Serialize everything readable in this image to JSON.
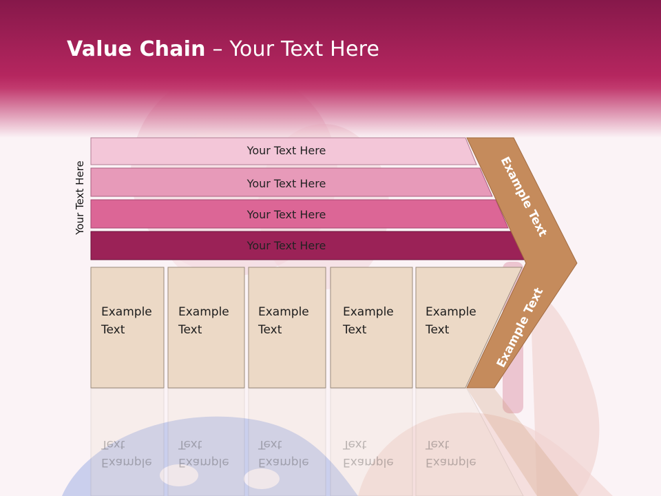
{
  "slide": {
    "title_bold": "Value Chain",
    "title_rest": " – Your Text Here",
    "side_label": "Your Text Here"
  },
  "bars": [
    {
      "label": "Your Text Here",
      "color": "#f3c6d8"
    },
    {
      "label": "Your Text Here",
      "color": "#e79ab9"
    },
    {
      "label": "Your Text Here",
      "color": "#dc6696"
    },
    {
      "label": "Your Text Here",
      "color": "#9b2257"
    }
  ],
  "boxes": [
    {
      "line1": "Example",
      "line2": "Text"
    },
    {
      "line1": "Example",
      "line2": "Text"
    },
    {
      "line1": "Example",
      "line2": "Text"
    },
    {
      "line1": "Example",
      "line2": "Text"
    },
    {
      "line1": "Example",
      "line2": "Text"
    }
  ],
  "chevron": {
    "upper_label": "Example Text",
    "lower_label": "Example Text",
    "color": "#c58b5c"
  },
  "colors": {
    "header": "#b5265f",
    "box_fill": "#ecd9c6",
    "box_border": "#9a8a7a"
  }
}
